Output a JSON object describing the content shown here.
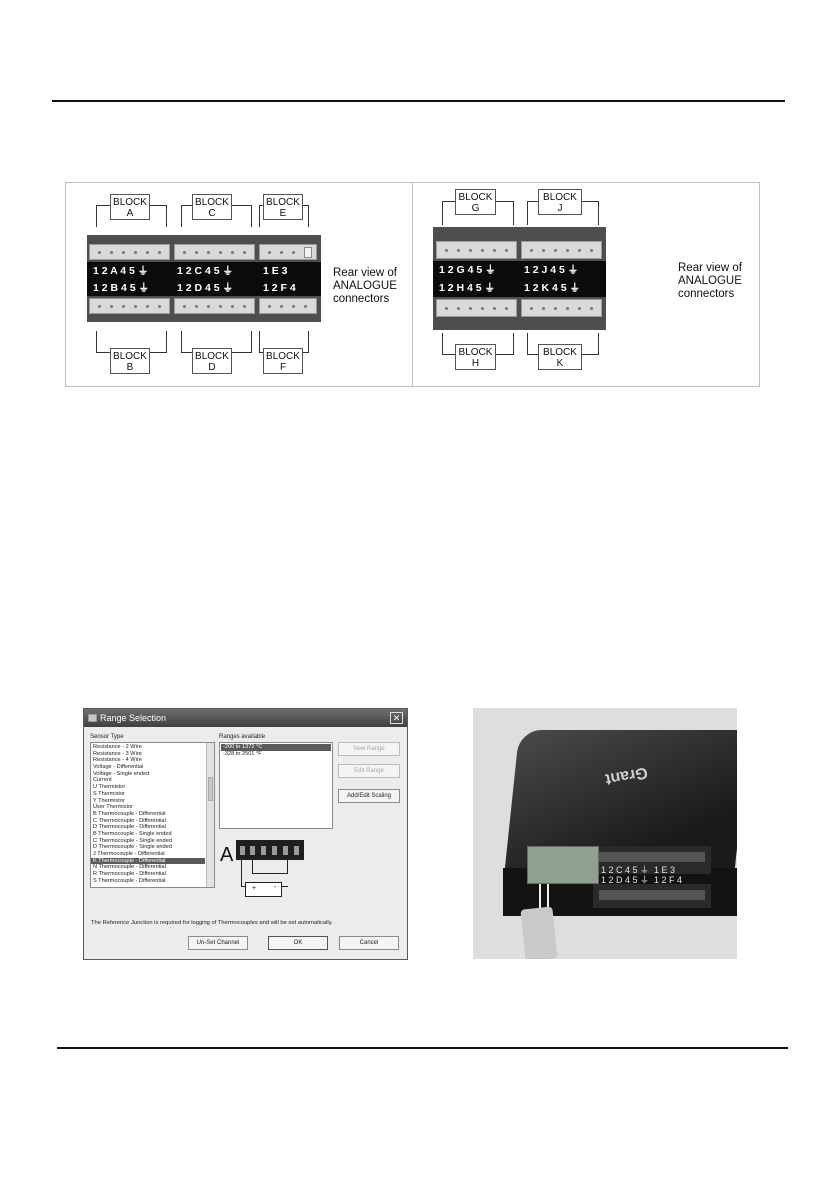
{
  "diagram": {
    "left": {
      "blocks_top": [
        {
          "line1": "BLOCK",
          "line2": "A"
        },
        {
          "line1": "BLOCK",
          "line2": "C"
        },
        {
          "line1": "BLOCK",
          "line2": "E"
        }
      ],
      "blocks_bottom": [
        {
          "line1": "BLOCK",
          "line2": "B"
        },
        {
          "line1": "BLOCK",
          "line2": "D"
        },
        {
          "line1": "BLOCK",
          "line2": "F"
        }
      ],
      "pins_row1": [
        "1 2 A 4 5 ⏚",
        "1 2 C 4 5 ⏚",
        "1 E 3"
      ],
      "pins_row2": [
        "1 2 B 4 5 ⏚",
        "1 2 D 4 5 ⏚",
        "1 2 F 4"
      ],
      "caption": [
        "Rear view of",
        "ANALOGUE",
        "connectors"
      ]
    },
    "right": {
      "blocks_top": [
        {
          "line1": "BLOCK",
          "line2": "G"
        },
        {
          "line1": "BLOCK",
          "line2": "J"
        }
      ],
      "blocks_bottom": [
        {
          "line1": "BLOCK",
          "line2": "H"
        },
        {
          "line1": "BLOCK",
          "line2": "K"
        }
      ],
      "pins_row1": [
        "1 2 G 4 5 ⏚",
        "1 2 J 4 5 ⏚"
      ],
      "pins_row2": [
        "1 2 H 4 5 ⏚",
        "1 2 K 4 5 ⏚"
      ],
      "caption": [
        "Rear view of",
        "ANALOGUE",
        "connectors"
      ]
    }
  },
  "dialog": {
    "title": "Range Selection",
    "close_glyph": "✕",
    "sensor_type_label": "Sensor Type",
    "ranges_label": "Ranges available",
    "sensor_types": [
      "Resistance - 2 Wire",
      "Resistance - 3 Wire",
      "Resistance - 4 Wire",
      "Voltage - Differential",
      "Voltage - Single ended",
      "Current",
      "U  Thermistor",
      "S  Thermistor",
      "Y  Thermistor",
      "User Thermistor",
      "B Thermocouple - Differential",
      "C Thermocouple - Differential",
      "D Thermocouple - Differential",
      "B Thermocouple - Single ended",
      "C Thermocouple - Single ended",
      "D Thermocouple - Single ended",
      "J Thermocouple - Differential",
      "K Thermocouple - Differential",
      "N Thermocouple - Differential",
      "R Thermocouple - Differential",
      "S Thermocouple - Differential"
    ],
    "selected_sensor_index": 17,
    "ranges": [
      "-200 to 1372 °C",
      "-328 to 2501 °F"
    ],
    "selected_range_index": 0,
    "buttons": {
      "new_range": "New Range",
      "edit_range": "Edit Range",
      "add_edit_scaling": "Add/Edit Scaling",
      "unset_channel": "Un-Set Channel",
      "ok": "OK",
      "cancel": "Cancel"
    },
    "connector_letter": "A",
    "wiring_plus": "+",
    "wiring_minus": "-",
    "note": "The Reference Junction is required for logging of Thermocouples and will be set automatically."
  },
  "photo": {
    "brand": "Grant",
    "label_row1": "1 2 C 4 5 ⏚  1 E 3",
    "label_row2": "1 2 D 4 5 ⏚  1 2 F 4"
  }
}
